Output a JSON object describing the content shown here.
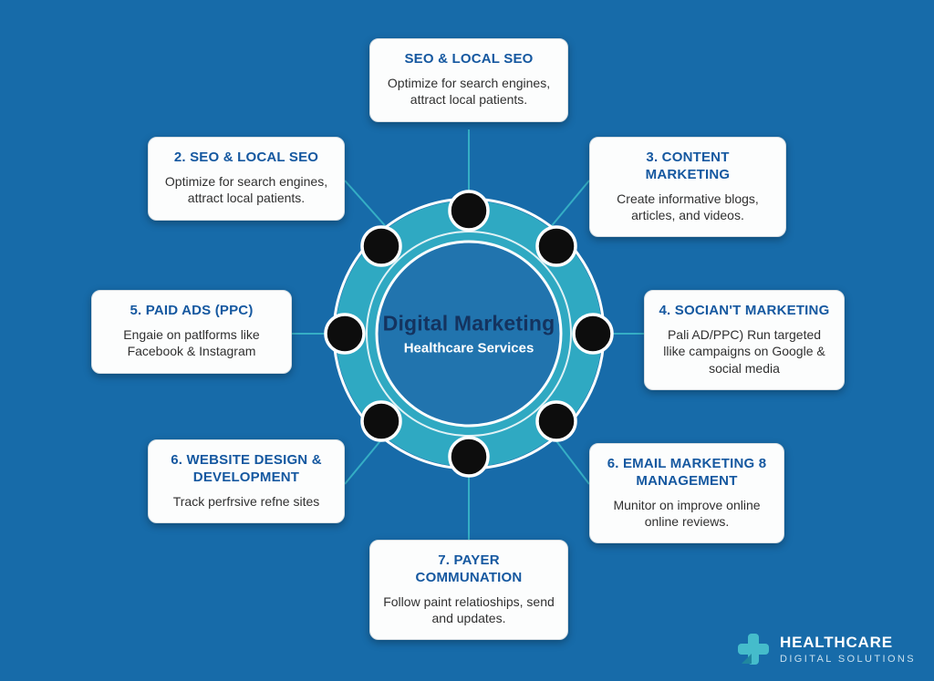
{
  "colors": {
    "background": "#176ba9",
    "ring_band": "#2fa9c2",
    "ring_outline": "#ffffff",
    "inner_circle_fill": "#2174ae",
    "node_dot": "#0d0d0d",
    "connector_line": "#35aec5",
    "card_background": "#fcfdfd",
    "card_title": "#1558a0",
    "card_body_text": "#303030",
    "center_title": "#14335f",
    "center_subtitle": "#ffffff",
    "logo_icon": "#45bccb"
  },
  "center": {
    "title": "Digital Marketing",
    "subtitle": "Healthcare Services"
  },
  "cards": [
    {
      "position": "top",
      "title": "SEO & LOCAL SEO",
      "body": "Optimize for search engines, attract local patients."
    },
    {
      "position": "top-left",
      "title": "2. SEO & LOCAL SEO",
      "body": "Optimize for search engines, attract local patients."
    },
    {
      "position": "top-right",
      "title": "3. CONTENT MARKETING",
      "body": "Create informative blogs, articles, and videos."
    },
    {
      "position": "right",
      "title": "4. SOCIAN'T MARKETING",
      "body": "Pali AD/PPC) Run targeted llike campaigns on Google & social media"
    },
    {
      "position": "left",
      "title": "5. PAID ADS (PPC)",
      "body": "Engaie on patlforms like Facebook & Instagram"
    },
    {
      "position": "bottom-left",
      "title": "6. WEBSITE DESIGN & DEVELOPMENT",
      "body": "Track perfrsive refne sites"
    },
    {
      "position": "bottom-right",
      "title": "6. EMAIL MARKETING 8 MANAGEMENT",
      "body": "Munitor on improve online online reviews."
    },
    {
      "position": "bottom",
      "title": "7. PAYER COMMUNATION",
      "body": "Follow paint relatioships, send and updates."
    }
  ],
  "logo": {
    "name": "HEALTHCARE",
    "tagline": "DIGITAL SOLUTIONS"
  }
}
